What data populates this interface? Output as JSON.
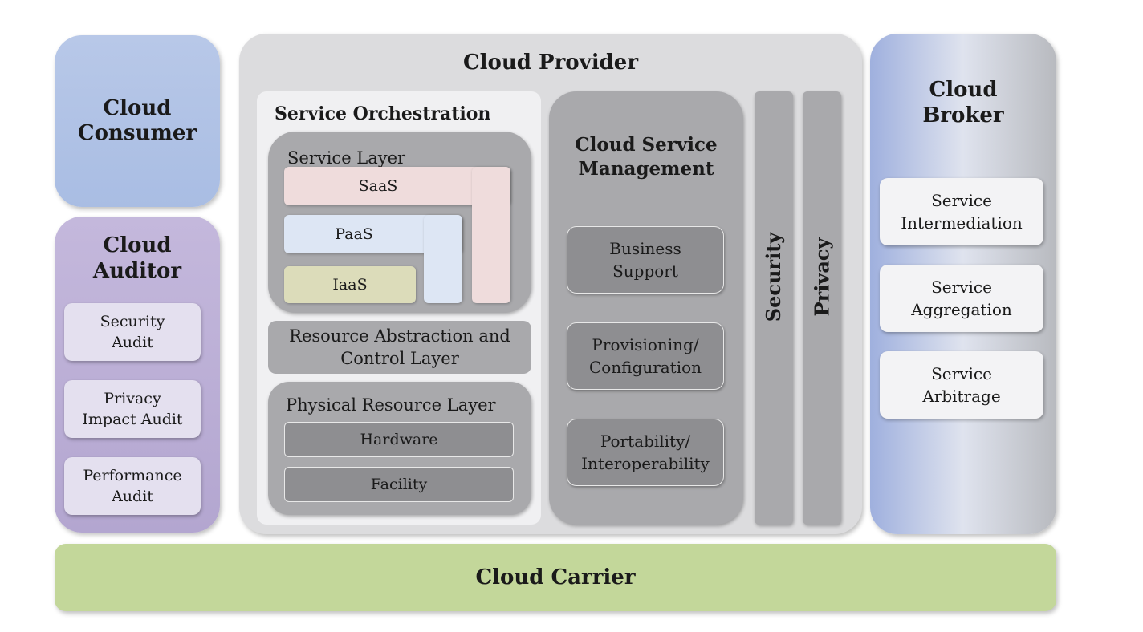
{
  "consumer": {
    "title": "Cloud\nConsumer"
  },
  "auditor": {
    "title": "Cloud\nAuditor",
    "items": [
      "Security\nAudit",
      "Privacy\nImpact Audit",
      "Performance\nAudit"
    ]
  },
  "provider": {
    "title": "Cloud Provider",
    "orchestration": {
      "title": "Service Orchestration",
      "service_layer": {
        "label": "Service Layer",
        "saas": "SaaS",
        "paas": "PaaS",
        "iaas": "IaaS"
      },
      "resource_layer": "Resource Abstraction and\nControl Layer",
      "physical_layer": {
        "label": "Physical Resource Layer",
        "items": [
          "Hardware",
          "Facility"
        ]
      }
    },
    "management": {
      "title": "Cloud Service\nManagement",
      "items": [
        "Business\nSupport",
        "Provisioning/\nConfiguration",
        "Portability/\nInteroperability"
      ]
    },
    "security": "Security",
    "privacy": "Privacy"
  },
  "broker": {
    "title": "Cloud\nBroker",
    "items": [
      "Service\nIntermediation",
      "Service\nAggregation",
      "Service\nArbitrage"
    ]
  },
  "carrier": {
    "title": "Cloud Carrier"
  }
}
